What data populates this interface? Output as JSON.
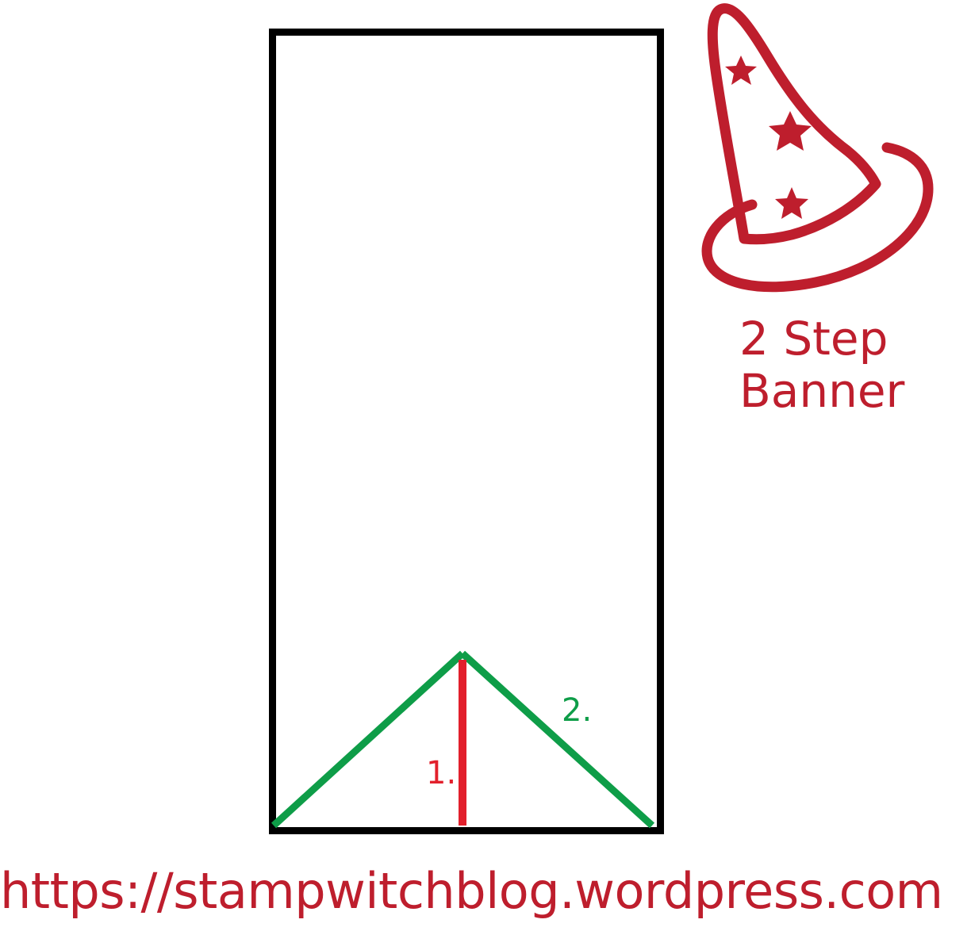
{
  "steps": {
    "step1_label": "1.",
    "step2_label": "2."
  },
  "title": {
    "line1": "2 Step",
    "line2": "Banner"
  },
  "footer": {
    "url": "https://stampwitchblog.wordpress.com"
  },
  "icons": {
    "hat": "witch-hat-icon"
  },
  "colors": {
    "outline": "#000000",
    "step1_cut": "#e2202c",
    "step2_cut": "#0e9d48",
    "brand": "#be1e2d"
  }
}
